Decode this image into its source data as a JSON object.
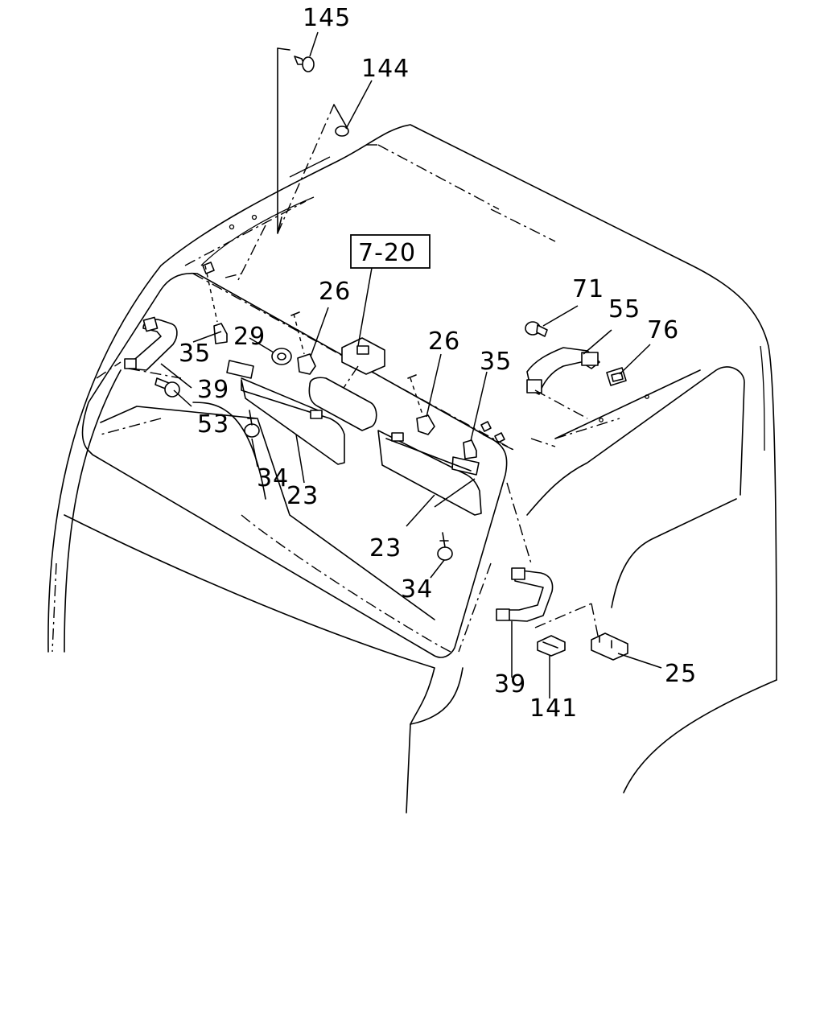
{
  "callouts": {
    "c145": "145",
    "c144": "144",
    "c7_20": "7-20",
    "c71": "71",
    "c55": "55",
    "c76": "76",
    "c26_left": "26",
    "c26_right": "26",
    "c29": "29",
    "c35_left": "35",
    "c35_right": "35",
    "c39_left": "39",
    "c39_right": "39",
    "c53": "53",
    "c34_left": "34",
    "c34_right": "34",
    "c23_left": "23",
    "c23_right": "23",
    "c141": "141",
    "c25": "25"
  }
}
